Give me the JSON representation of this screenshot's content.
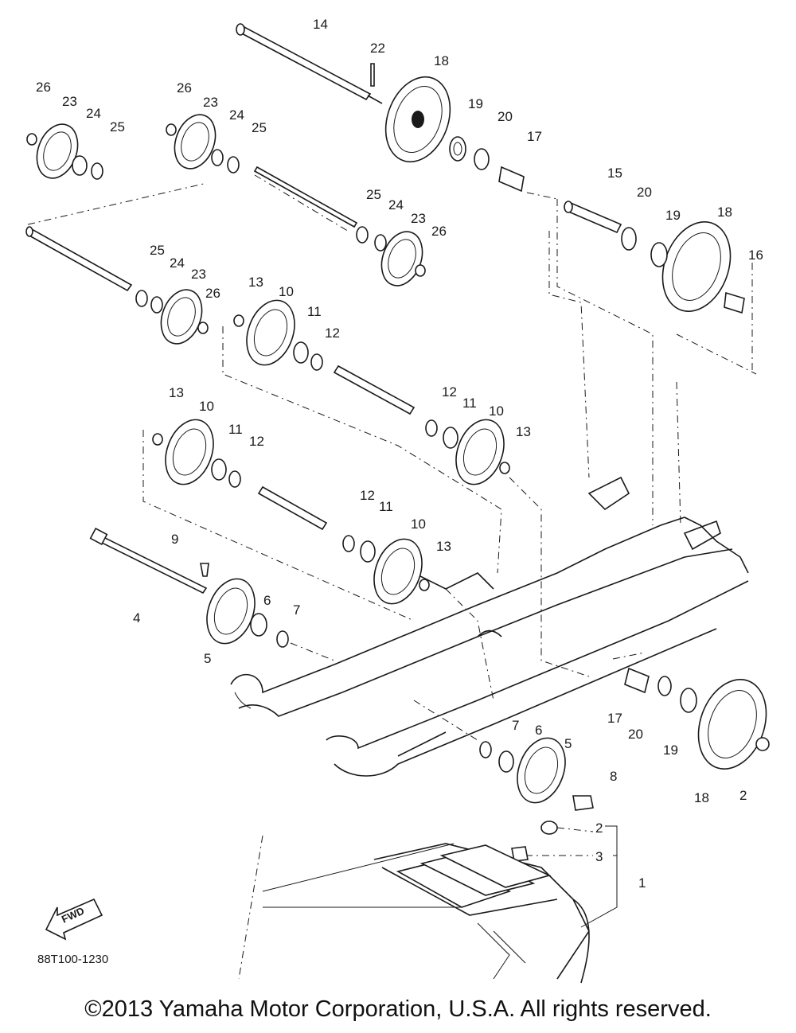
{
  "diagram": {
    "callouts": [
      "14",
      "22",
      "18",
      "19",
      "20",
      "17",
      "26",
      "23",
      "24",
      "25",
      "26",
      "23",
      "24",
      "25",
      "25",
      "24",
      "23",
      "26",
      "15",
      "20",
      "19",
      "18",
      "16",
      "25",
      "24",
      "23",
      "26",
      "13",
      "10",
      "11",
      "12",
      "12",
      "11",
      "10",
      "13",
      "13",
      "10",
      "11",
      "12",
      "12",
      "11",
      "10",
      "13",
      "9",
      "4",
      "5",
      "6",
      "7",
      "17",
      "20",
      "19",
      "18",
      "2",
      "7",
      "6",
      "5",
      "8",
      "2",
      "3",
      "1"
    ],
    "fwd_label": "FWD",
    "drawing_code": "88T100-1230"
  },
  "footer": {
    "copyright": "©2013 Yamaha Motor Corporation, U.S.A. All rights reserved."
  }
}
